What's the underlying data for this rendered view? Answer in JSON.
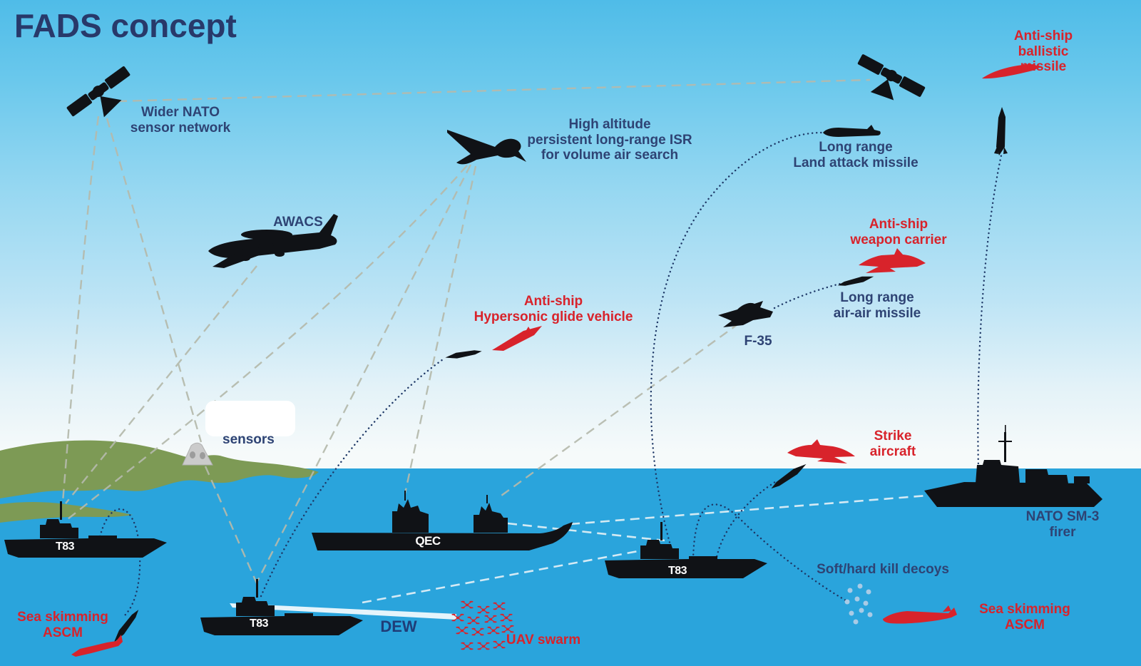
{
  "title": "FADS concept",
  "labels": {
    "wider_nato": "Wider NATO\nsensor network",
    "high_altitude_isr": "High altitude\npersistent long-range ISR\nfor volume air search",
    "awacs": "AWACS",
    "land_attack": "Long range\nLand attack missile",
    "anti_ship_ballistic": "Anti-ship\nballistic missile",
    "anti_ship_carrier": "Anti-ship\nweapon carrier",
    "air_air": "Long range\nair-air missile",
    "f35": "F-35",
    "hgv": "Anti-ship\nHypersonic glide vehicle",
    "sensors": "sensors",
    "strike_aircraft": "Strike\naircraft",
    "sm3_firer": "NATO SM-3 firer",
    "dew": "DEW",
    "uav_swarm": "UAV swarm",
    "sea_skimming_left": "Sea skimming\nASCM",
    "sea_skimming_right": "Sea skimming\nASCM",
    "decoys": "Soft/hard kill decoys"
  },
  "ships": {
    "t83": "T83",
    "qec": "QEC"
  },
  "colors": {
    "sky_top": "#4fbce8",
    "sky_horizon": "#f6fafa",
    "sea": "#2aa4dc",
    "land": "#7d9a55",
    "navy_text": "#2e4374",
    "threat_red": "#d8232b",
    "silhouette_black": "#101216",
    "link_dash_gray": "#b5baac",
    "ship_link_dash": "#ddeef5",
    "trajectory_navy": "#1d3766",
    "decoy_dot": "#a9cbe6",
    "title_navy": "#28396a"
  },
  "icons": [
    "satellite-icon",
    "isr-drone-icon",
    "awacs-aircraft-icon",
    "f35-icon",
    "red-fighter-icon",
    "strike-aircraft-icon",
    "cruise-missile-icon",
    "sm3-missile-icon",
    "ballistic-missile-icon",
    "glide-vehicle-icon",
    "interceptor-missile-icon",
    "sensor-station-icon",
    "t83-ship-icon",
    "qec-carrier-icon",
    "destroyer-icon",
    "uav-drone-icon",
    "decoy-cloud-icon",
    "dew-beam-icon"
  ]
}
